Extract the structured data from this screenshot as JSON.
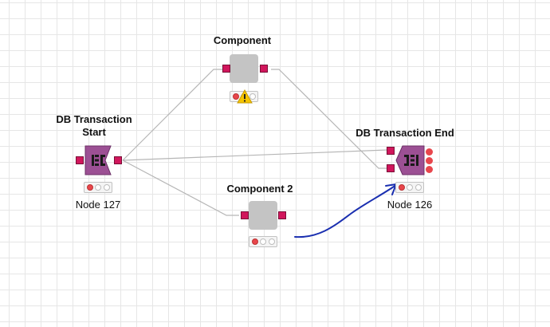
{
  "workflow": {
    "nodes": {
      "component": {
        "title": "Component",
        "status_icon": "warning-icon"
      },
      "component2": {
        "title": "Component 2"
      },
      "db_start": {
        "title_line1": "DB Transaction",
        "title_line2": "Start",
        "label": "Node 127",
        "icon": "db-transaction-start-icon"
      },
      "db_end": {
        "title": "DB Transaction End",
        "label": "Node 126",
        "icon": "db-transaction-end-icon"
      }
    }
  },
  "colors": {
    "port": "#d1165c",
    "db_node": "#9c5094",
    "component_node": "#c4c4c4",
    "status_red": "#e8464c",
    "warning": "#f5c400",
    "annotation_stroke": "#1a2fb0"
  }
}
